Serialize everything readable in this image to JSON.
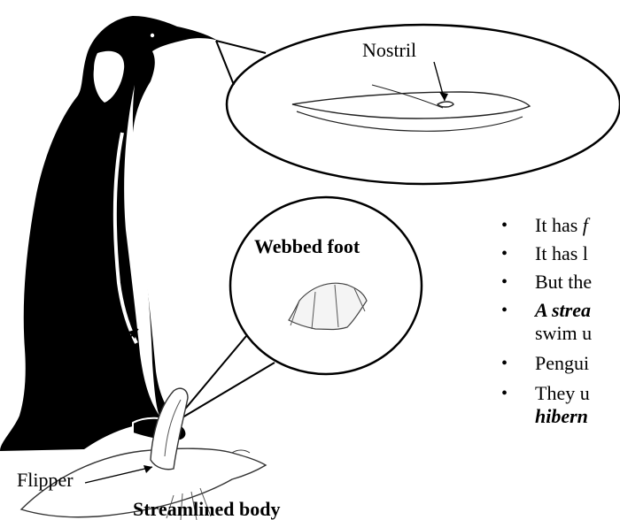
{
  "labels": {
    "nostril": "Nostril",
    "webbed_foot": "Webbed foot",
    "flipper": "Flipper",
    "streamlined_body": "Streamlined body"
  },
  "bullets": [
    {
      "lead": "It has ",
      "em": "f"
    },
    {
      "lead": "It has l",
      "em": ""
    },
    {
      "lead": "But the",
      "em": ""
    },
    {
      "lead": "",
      "em": "A strea",
      "tail": "swim u"
    },
    {
      "lead": "Pengui",
      "em": ""
    },
    {
      "lead": "They u",
      "em": "",
      "tail": "hibern"
    }
  ]
}
